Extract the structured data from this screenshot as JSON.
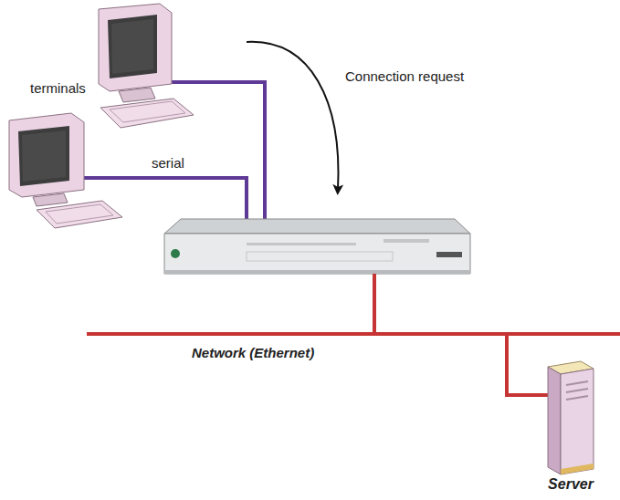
{
  "diagram": {
    "nodes": [
      {
        "text": [
          "Server"
        ]
      }
    ],
    "labels": [
      "terminals",
      "serial",
      "Connection request",
      "Network (Ethernet)"
    ]
  }
}
